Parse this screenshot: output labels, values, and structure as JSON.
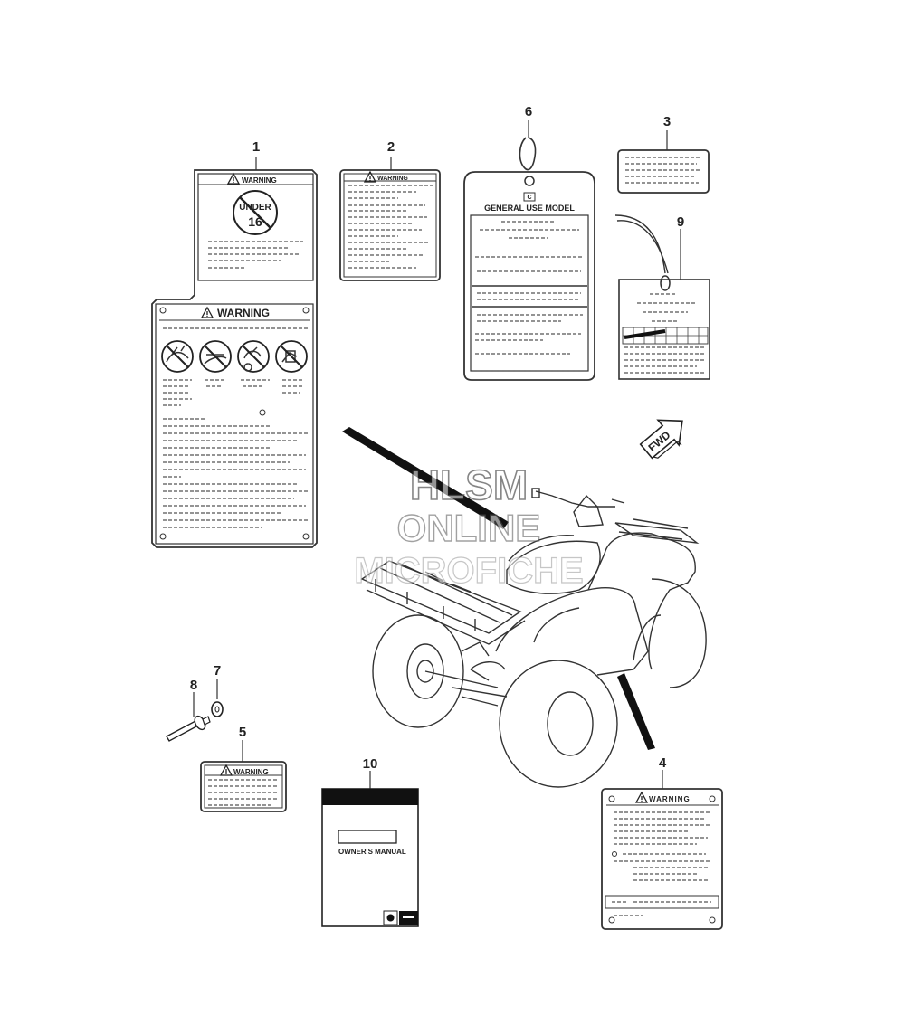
{
  "callouts": {
    "c1": "1",
    "c2": "2",
    "c3": "3",
    "c4": "4",
    "c5": "5",
    "c6": "6",
    "c7": "7",
    "c8": "8",
    "c9": "9",
    "c10": "10"
  },
  "label1": {
    "top_title": "WARNING",
    "sign_line1": "UNDER",
    "sign_line2": "16",
    "main_title": "WARNING"
  },
  "label2": {
    "title": "WARNING"
  },
  "label4": {
    "title": "WARNING"
  },
  "label5": {
    "title": "WARNING"
  },
  "label6": {
    "title": "GENERAL USE MODEL"
  },
  "manual": {
    "title": "OWNER'S MANUAL"
  },
  "fwd_arrow": {
    "text": "FWD"
  },
  "watermark": {
    "line1": "HLSM",
    "line2": "ONLINE",
    "line3": "MICROFICHE"
  },
  "icons": [
    "warning-triangle-icon",
    "no-passenger-icon",
    "no-paved-road-icon",
    "no-alcohol-icon",
    "no-stunt-icon",
    "suzuki-logo-icon"
  ]
}
